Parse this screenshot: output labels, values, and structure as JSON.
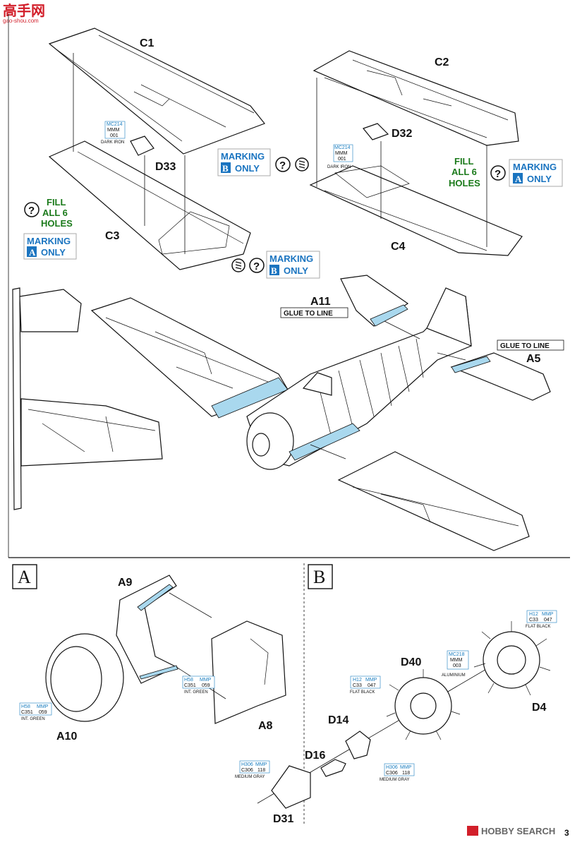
{
  "watermark_top": "高手网",
  "watermark_top_url": "gao-shou.com",
  "watermark_bottom": "HOBBY SEARCH",
  "page_number": "3",
  "parts": {
    "C1": "C1",
    "C2": "C2",
    "C3": "C3",
    "C4": "C4",
    "D32": "D32",
    "D33": "D33",
    "A11": "A11",
    "A5": "A5",
    "A9": "A9",
    "A8": "A8",
    "A10": "A10",
    "D40": "D40",
    "D4": "D4",
    "D14": "D14",
    "D16": "D16",
    "D31": "D31"
  },
  "instructions": {
    "fill_line1": "FILL",
    "fill_line2": "ALL 6",
    "fill_line3": "HOLES",
    "glue_to_line": "GLUE TO LINE",
    "marking": "MARKING",
    "only": "ONLY",
    "marking_a": "A",
    "marking_b": "B",
    "question": "?"
  },
  "sections": {
    "a": "A",
    "b": "B"
  },
  "colors": {
    "dark_iron": {
      "top": "MC214",
      "mid": "MMM",
      "num": "001",
      "name": "DARK IRON"
    },
    "int_green": {
      "top": "H58",
      "brand": "MMP",
      "code": "C351",
      "num": "059",
      "name": "INT. GREEN"
    },
    "medium_gray": {
      "top": "H306",
      "brand": "MMP",
      "code": "C306",
      "num": "118",
      "name": "MEDIUM GRAY"
    },
    "flat_black": {
      "top": "H12",
      "brand": "MMP",
      "code": "C33",
      "num": "047",
      "name": "FLAT BLACK"
    },
    "aluminium": {
      "top": "MC218",
      "mid": "MMM",
      "num": "003",
      "name": "ALUMINIUM"
    }
  },
  "palette": {
    "glue_blue": "#a9d8ee",
    "marking_blue": "#1a74c0",
    "fill_green": "#1a7a1a",
    "callout_teal": "#1a7ec0"
  }
}
